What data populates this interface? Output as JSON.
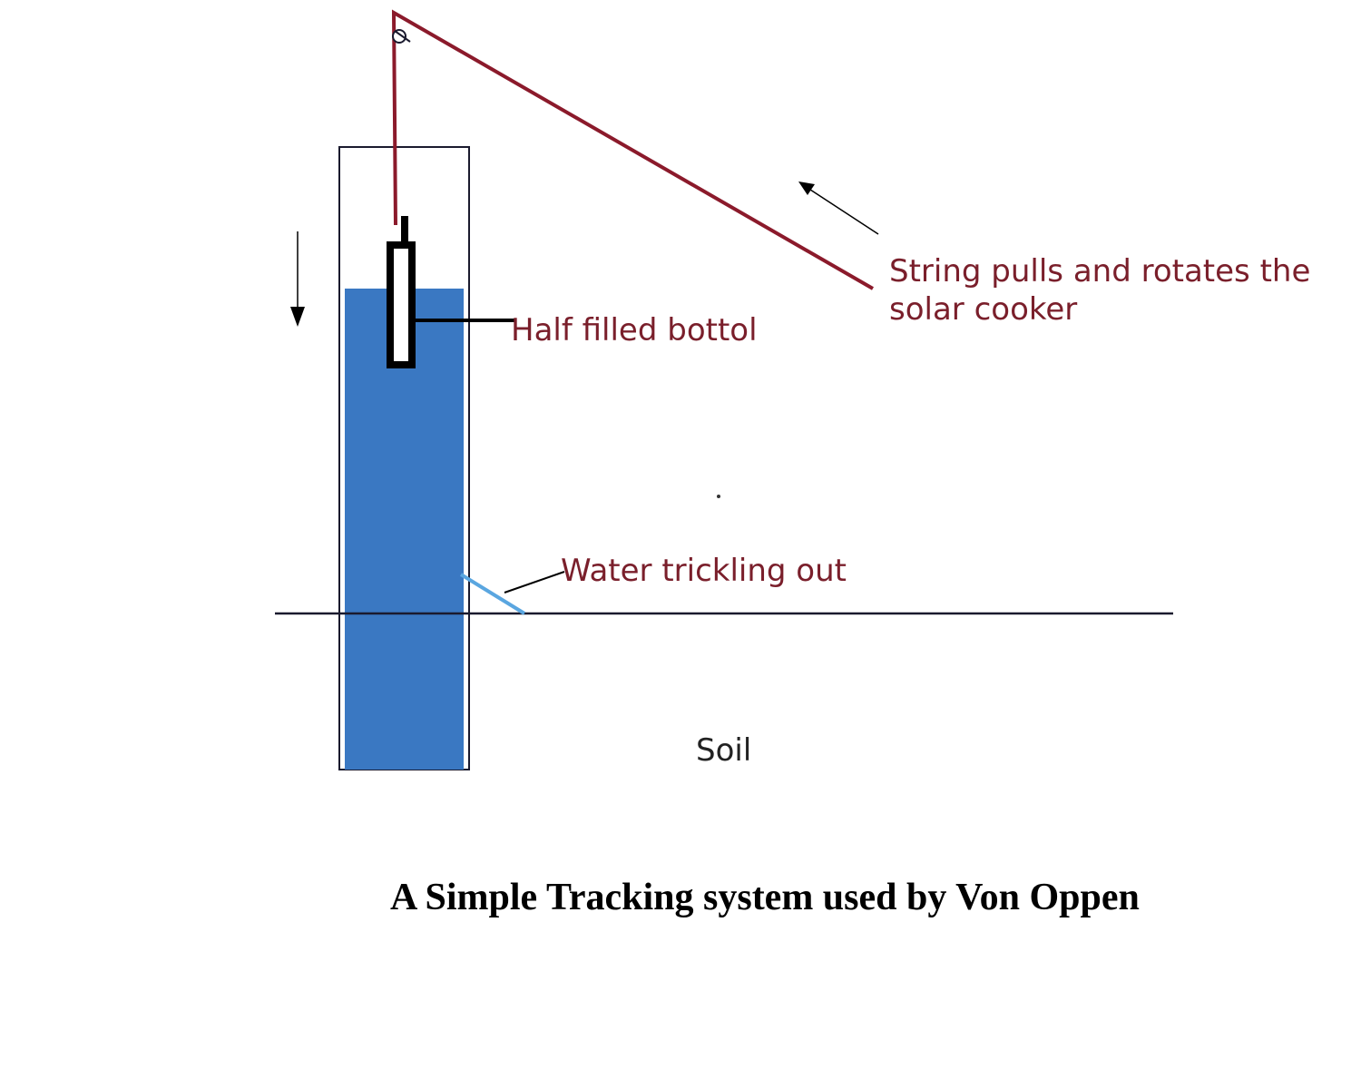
{
  "labels": {
    "string": [
      "String pulls and rotates the",
      "solar cooker"
    ],
    "bottle": "Half filled bottol",
    "water": "Water trickling out",
    "soil": "Soil"
  },
  "caption": "A Simple Tracking system used by Von Oppen",
  "colors": {
    "string": "#8b1a2b",
    "label": "#7a1f2b",
    "water_fill": "#3a78c2",
    "trickle": "#5aa6e0",
    "outline": "#1a1a2e",
    "soil_label": "#222222"
  }
}
